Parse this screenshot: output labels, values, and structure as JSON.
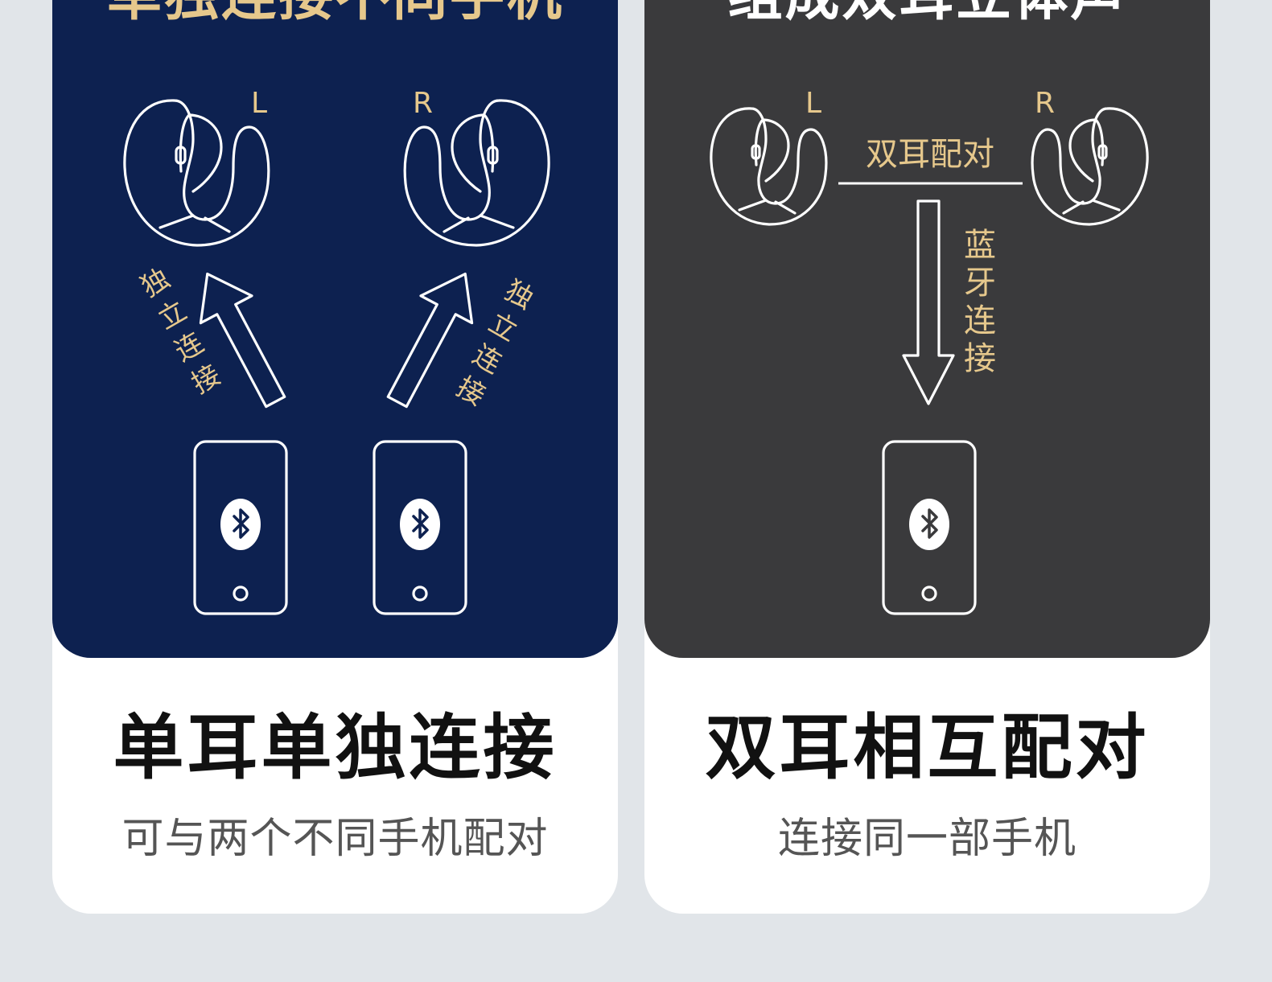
{
  "left_card": {
    "heading": "单独连接不同手机",
    "label_l": "L",
    "label_r": "R",
    "arrow_label_left": [
      "独",
      "立",
      "连",
      "接"
    ],
    "arrow_label_right": [
      "独",
      "立",
      "连",
      "接"
    ],
    "title": "单耳单独连接",
    "subtitle": "可与两个不同手机配对"
  },
  "right_card": {
    "heading": "组成双耳立体声",
    "label_l": "L",
    "label_r": "R",
    "pair_label": "双耳配对",
    "arrow_label": [
      "蓝",
      "牙",
      "连",
      "接"
    ],
    "title": "双耳相互配对",
    "subtitle": "连接同一部手机"
  },
  "colors": {
    "left_panel": "#0d2150",
    "right_panel": "#3a3a3c",
    "gold": "#e6c88c",
    "background": "#e1e5e9"
  },
  "icons": [
    "earbud-icon",
    "smartphone-icon",
    "bluetooth-icon",
    "arrow-icon"
  ]
}
